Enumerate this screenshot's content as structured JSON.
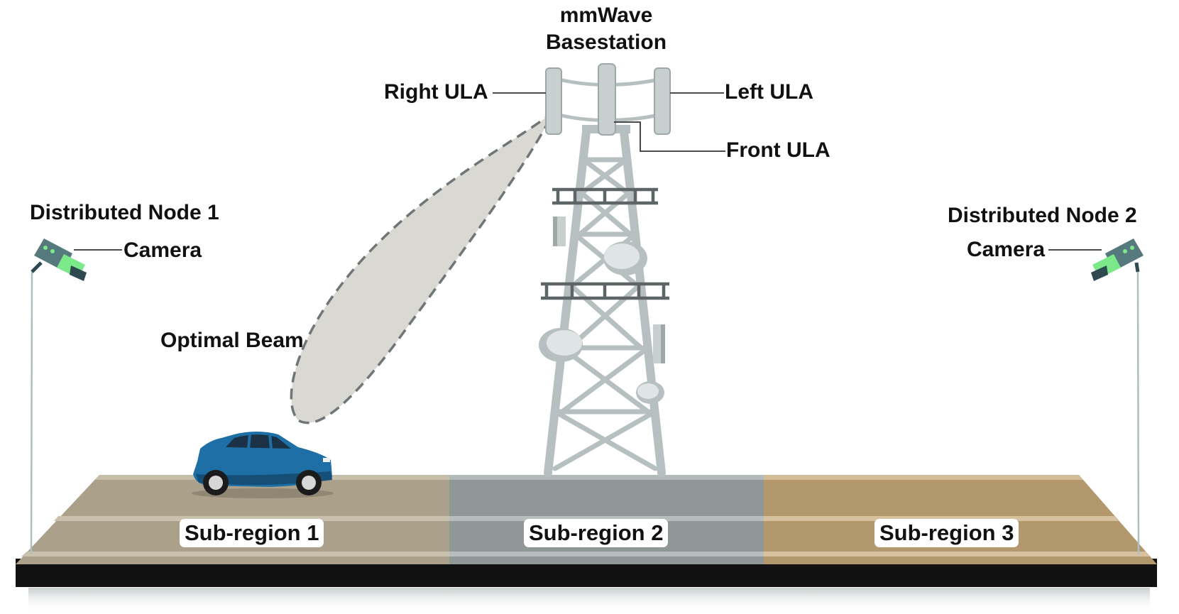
{
  "basestation": {
    "title_line1": "mmWave",
    "title_line2": "Basestation"
  },
  "antennas": {
    "right": "Right ULA",
    "left": "Left ULA",
    "front": "Front ULA"
  },
  "beam": {
    "label": "Optimal Beam"
  },
  "nodes": [
    {
      "title": "Distributed Node 1",
      "camera": "Camera"
    },
    {
      "title": "Distributed Node 2",
      "camera": "Camera"
    }
  ],
  "regions": [
    {
      "label": "Sub-region 1"
    },
    {
      "label": "Sub-region 2"
    },
    {
      "label": "Sub-region 3"
    }
  ],
  "colors": {
    "tower": "#b7c0c0",
    "tower_dark": "#5d6566",
    "beam_fill": "#d9d8d3",
    "beam_stroke": "#6e7676",
    "region1": "#aba08a",
    "region2": "#8f9897",
    "region3": "#b4986d",
    "car_body": "#1e6fa5",
    "camera_body": "#56797e",
    "camera_lens": "#7be88a"
  }
}
